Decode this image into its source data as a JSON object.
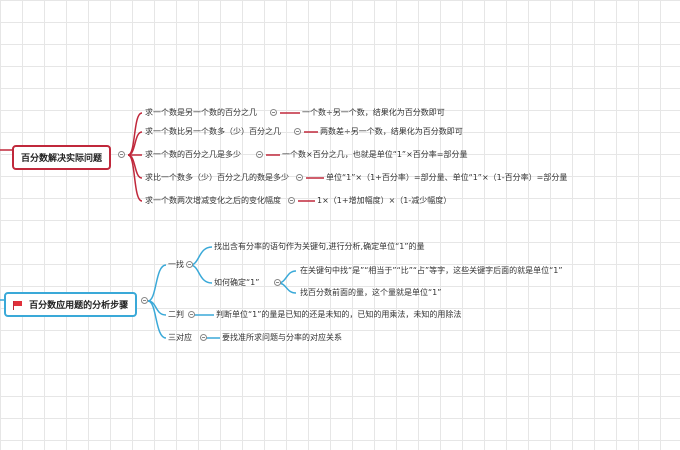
{
  "colors": {
    "red_branch": "#c0283b",
    "blue_branch": "#3aa9d8"
  },
  "tree1": {
    "root": "百分数解决实际问题",
    "children": [
      {
        "label": "求一个数是另一个数的百分之几",
        "detail": "一个数÷另一个数，结果化为百分数即可"
      },
      {
        "label": "求一个数比另一个数多（少）百分之几",
        "detail": "两数差÷另一个数，结果化为百分数即可"
      },
      {
        "label": "求一个数的百分之几是多少",
        "detail": "一个数×百分之几，也就是单位“1”×百分率=部分量"
      },
      {
        "label": "求比一个数多（少）百分之几的数是多少",
        "detail": "单位“1”×（1+百分率）=部分量、单位“1”×（1-百分率）=部分量"
      },
      {
        "label": "求一个数两次增减变化之后的变化幅度",
        "detail": "1×（1+增加幅度）×（1-减少幅度）"
      }
    ]
  },
  "tree2": {
    "root": "百分数应用题的分析步骤",
    "flag_icon": "red-flag-icon",
    "step1": {
      "label": "一找",
      "child1": "找出含有分率的语句作为关键句,进行分析,确定单位“1”的量",
      "child2": "如何确定“1”",
      "child2_a": "在关键句中找“是”“相当于”“比”“占”等字，这些关键字后面的就是单位“1”",
      "child2_b": "找百分数前面的量，这个量就是单位“1”"
    },
    "step2": {
      "label": "二判",
      "detail": "判断单位“1”的量是已知的还是未知的，已知的用乘法，未知的用除法"
    },
    "step3": {
      "label": "三对应",
      "detail": "要找准所求问题与分率的对应关系"
    }
  }
}
